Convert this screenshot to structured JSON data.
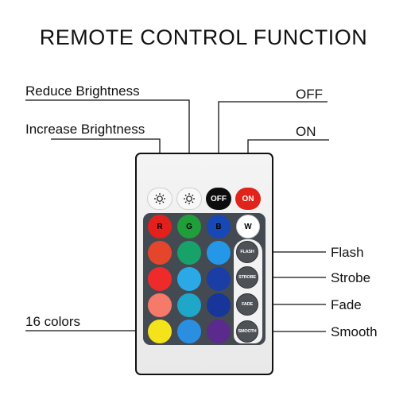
{
  "title": "REMOTE CONTROL FUNCTION",
  "callouts": {
    "reduce_brightness": "Reduce Brightness",
    "increase_brightness": "Increase Brightness",
    "off": "OFF",
    "on": "ON",
    "flash": "Flash",
    "strobe": "Strobe",
    "fade": "Fade",
    "smooth": "Smooth",
    "colors": "16 colors"
  },
  "remote": {
    "top_row": {
      "brightness_down_icon": "sun-icon",
      "brightness_up_icon": "sun-icon",
      "off_label": "OFF",
      "on_label": "ON"
    },
    "rgbw": [
      {
        "label": "R",
        "color": "#e3201b",
        "text_color": "#000000"
      },
      {
        "label": "G",
        "color": "#1f9e3a",
        "text_color": "#000000"
      },
      {
        "label": "B",
        "color": "#1848b5",
        "text_color": "#000000"
      },
      {
        "label": "W",
        "color": "#ffffff",
        "text_color": "#000000"
      }
    ],
    "color_grid": [
      [
        "#e5452b",
        "#17a26a",
        "#2497e8"
      ],
      [
        "#ee2a2a",
        "#2aa9e6",
        "#1a3ea6"
      ],
      [
        "#f57a6a",
        "#1fa7c9",
        "#18369a"
      ],
      [
        "#f4e21a",
        "#2a8fe0",
        "#5a2a8c"
      ]
    ],
    "modes": [
      "FLASH",
      "STROBE",
      "FADE",
      "SMOOTH"
    ]
  }
}
